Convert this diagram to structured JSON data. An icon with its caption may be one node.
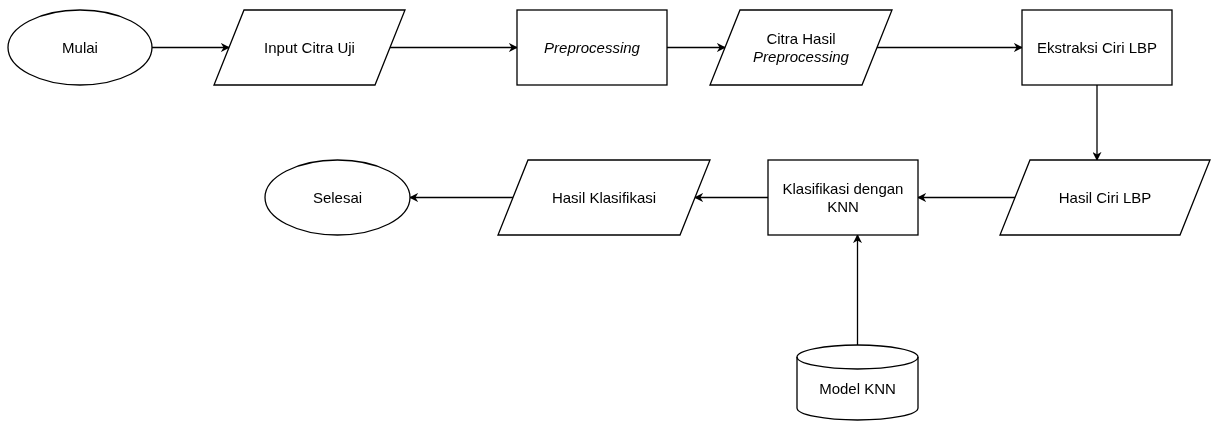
{
  "diagram": {
    "nodes": [
      {
        "text": [
          "Mulai"
        ]
      },
      {
        "text": [
          "Input Citra Uji"
        ]
      },
      {
        "text": [
          "Preprocessing"
        ]
      },
      {
        "text": [
          "Citra Hasil *Preprocessing*"
        ]
      },
      {
        "text": [
          "Ekstraksi Ciri LBP"
        ]
      },
      {
        "text": [
          "Hasil Ciri LBP"
        ]
      },
      {
        "text": [
          "Klasifikasi dengan KNN"
        ]
      },
      {
        "text": [
          "Hasil Klasifikasi"
        ]
      },
      {
        "text": [
          "Selesai"
        ]
      },
      {
        "text": [
          "Model KNN"
        ]
      }
    ],
    "edges": [
      {
        "from": 0,
        "to": 1,
        "arrow": "to"
      },
      {
        "from": 1,
        "to": 2,
        "arrow": "to"
      },
      {
        "from": 2,
        "to": 3,
        "arrow": "to"
      },
      {
        "from": 3,
        "to": 4,
        "arrow": "to"
      },
      {
        "from": 4,
        "to": 5,
        "arrow": "to"
      },
      {
        "from": 5,
        "to": 6,
        "arrow": "to"
      },
      {
        "from": 6,
        "to": 7,
        "arrow": "to"
      },
      {
        "from": 7,
        "to": 8,
        "arrow": "to"
      },
      {
        "from": 9,
        "to": 6,
        "arrow": "to"
      }
    ]
  }
}
